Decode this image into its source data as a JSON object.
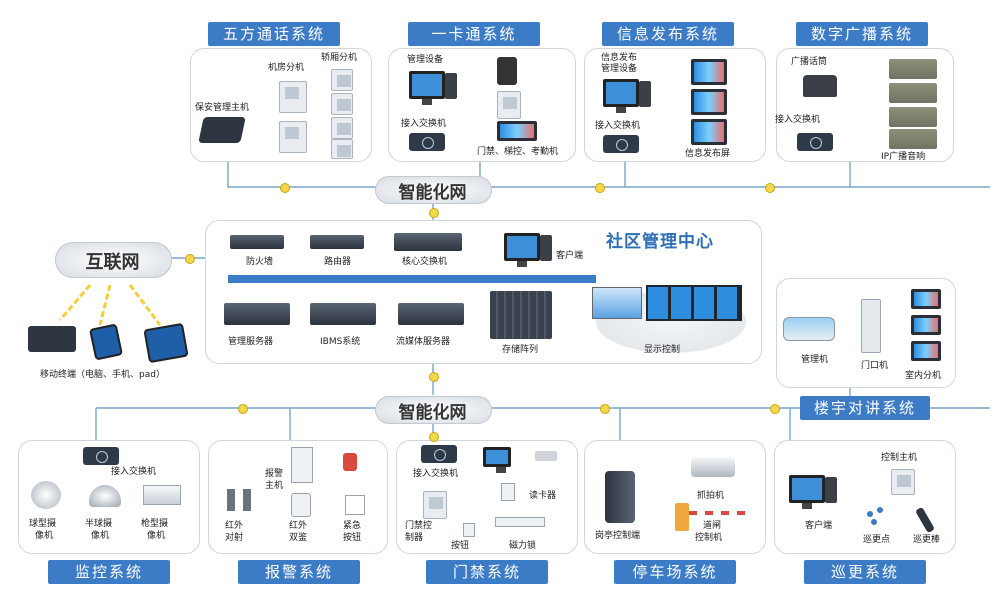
{
  "networks": {
    "top": "智能化网",
    "bottom": "智能化网",
    "internet": "互联网"
  },
  "five_party": {
    "title": "五方通话系统",
    "machine_room": "机房分机",
    "car": "轿厢分机",
    "guard_host": "保安管理主机"
  },
  "card": {
    "title": "一卡通系统",
    "manage": "管理设备",
    "switch": "接入交换机",
    "terminals": "门禁、梯控、考勤机"
  },
  "info": {
    "title": "信息发布系统",
    "manage_line1": "信息发布",
    "manage_line2": "管理设备",
    "switch": "接入交换机",
    "screen": "信息发布屏"
  },
  "broadcast": {
    "title": "数字广播系统",
    "mic": "广播话筒",
    "switch": "接入交换机",
    "speaker": "IP广播音响"
  },
  "center": {
    "title": "社区管理中心",
    "firewall": "防火墙",
    "router": "路由器",
    "core_switch": "核心交换机",
    "client": "客户端",
    "mgmt_server": "管理服务器",
    "ibms": "IBMS系统",
    "stream": "流媒体服务器",
    "storage": "存储阵列",
    "display": "显示控制"
  },
  "mobile": {
    "label": "移动终端（电脑、手机、pad）"
  },
  "intercom": {
    "title": "楼宇对讲系统",
    "manager": "管理机",
    "door": "门口机",
    "indoor": "室内分机"
  },
  "monitor": {
    "title": "监控系统",
    "switch": "接入交换机",
    "dome_1": "球型摄",
    "dome_2": "像机",
    "half_1": "半球摄",
    "half_2": "像机",
    "gun_1": "枪型摄",
    "gun_2": "像机"
  },
  "alarm": {
    "title": "报警系统",
    "host_1": "报警",
    "host_2": "主机",
    "beam_1": "红外",
    "beam_2": "对射",
    "pir_1": "红外",
    "pir_2": "双鉴",
    "btn_1": "紧急",
    "btn_2": "按钮"
  },
  "access": {
    "title": "门禁系统",
    "switch": "接入交换机",
    "reader": "读卡器",
    "ctrl_1": "门禁控",
    "ctrl_2": "制器",
    "button": "按钮",
    "lock": "磁力锁"
  },
  "parking": {
    "title": "停车场系统",
    "capture": "抓拍机",
    "booth": "岗亭控制端",
    "gate_1": "道闸",
    "gate_2": "控制机"
  },
  "patrol": {
    "title": "巡更系统",
    "host": "控制主机",
    "client": "客户端",
    "point": "巡更点",
    "stick": "巡更棒"
  },
  "colors": {
    "tag": "#3c7cc6",
    "bus": "#3c7cc6",
    "wire": "#7aa6c8",
    "panel_border": "#cfd6de"
  }
}
